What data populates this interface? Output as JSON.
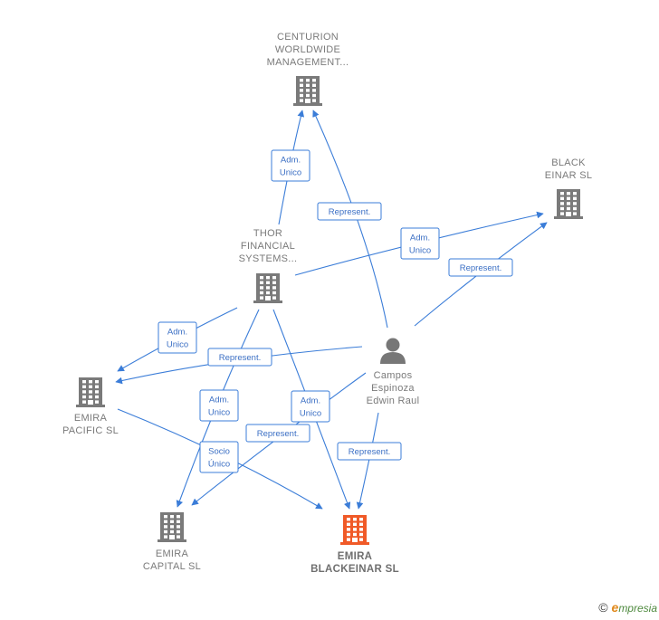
{
  "colors": {
    "edge": "#3b7dd8",
    "building": "#7a7a7a",
    "focus": "#f05a28",
    "person": "#777777"
  },
  "nodes": [
    {
      "id": "centurion",
      "type": "company",
      "lines": [
        "CENTURION",
        "WORLDWIDE",
        "MANAGEMENT..."
      ]
    },
    {
      "id": "black",
      "type": "company",
      "lines": [
        "BLACK",
        "EINAR SL"
      ]
    },
    {
      "id": "thor",
      "type": "company",
      "lines": [
        "THOR",
        "FINANCIAL",
        "SYSTEMS..."
      ]
    },
    {
      "id": "campos",
      "type": "person",
      "lines": [
        "Campos",
        "Espinoza",
        "Edwin Raul"
      ]
    },
    {
      "id": "pacific",
      "type": "company",
      "lines": [
        "EMIRA",
        "PACIFIC SL"
      ]
    },
    {
      "id": "capital",
      "type": "company",
      "lines": [
        "EMIRA",
        "CAPITAL SL"
      ]
    },
    {
      "id": "blackeinar",
      "type": "focus",
      "lines": [
        "EMIRA",
        "BLACKEINAR SL"
      ]
    }
  ],
  "edges": [
    {
      "id": "thor-centurion",
      "lines": [
        "Adm.",
        "Unico"
      ]
    },
    {
      "id": "campos-centurion",
      "lines": [
        "Represent."
      ]
    },
    {
      "id": "thor-black",
      "lines": [
        "Adm.",
        "Unico"
      ]
    },
    {
      "id": "campos-black",
      "lines": [
        "Represent."
      ]
    },
    {
      "id": "thor-pacific",
      "lines": [
        "Adm.",
        "Unico"
      ]
    },
    {
      "id": "campos-pacific",
      "lines": [
        "Represent."
      ]
    },
    {
      "id": "thor-capital",
      "lines": [
        "Adm.",
        "Unico"
      ]
    },
    {
      "id": "thor-blackeinar",
      "lines": [
        "Adm.",
        "Unico"
      ]
    },
    {
      "id": "campos-capital",
      "lines": [
        "Represent."
      ]
    },
    {
      "id": "pacific-blackeinar",
      "lines": [
        "Socio",
        "Único"
      ]
    },
    {
      "id": "campos-blackeinar",
      "lines": [
        "Represent."
      ]
    }
  ],
  "brand": {
    "copyright": "©",
    "initial": "e",
    "rest": "mpresia"
  }
}
